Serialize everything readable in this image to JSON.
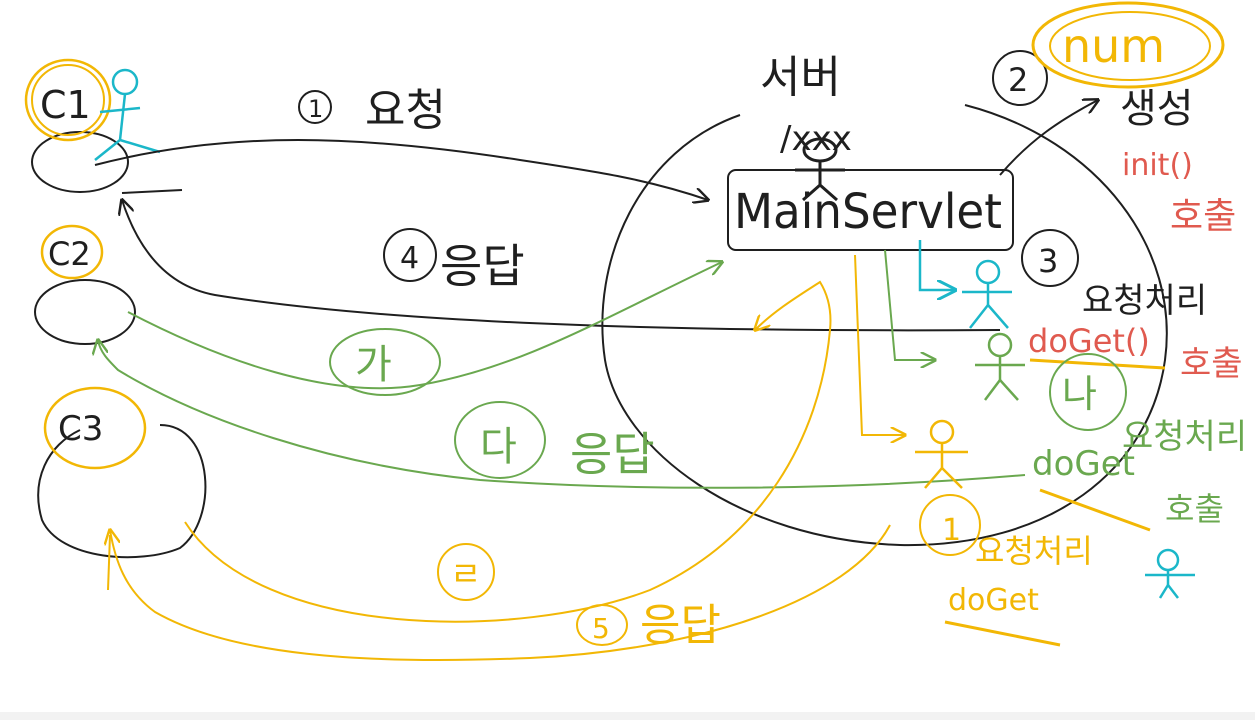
{
  "colors": {
    "black": "#1f1f1f",
    "orange": "#f2b705",
    "green": "#6aa84f",
    "cyan": "#1bb7c9",
    "red": "#e05a4f"
  },
  "clients": [
    {
      "label": "C1"
    },
    {
      "label": "C2"
    },
    {
      "label": "C3"
    }
  ],
  "server": {
    "label": "서버",
    "sublabel": "/xxx",
    "servlet": "MainServlet"
  },
  "num_label": "num",
  "steps": {
    "s1": {
      "num": "1",
      "text": "요청"
    },
    "s2": {
      "num": "2",
      "text": "생성"
    },
    "s3": {
      "num": "3",
      "text": "요청처리"
    },
    "s4": {
      "num": "4",
      "text": "응답"
    },
    "init": "init()",
    "init_call": "호출",
    "doget1": "doGet()",
    "doget1_call": "호출",
    "ga": "가",
    "na": "나",
    "da": "다",
    "da_text": "응답",
    "na_req": "요청처리",
    "doget2": "doGet",
    "doget2_call": "호출",
    "ra": "ㄹ",
    "r1": "1",
    "r1_text": "요청처리",
    "doget3": "doGet",
    "r5": "5",
    "r5_text": "응답"
  }
}
